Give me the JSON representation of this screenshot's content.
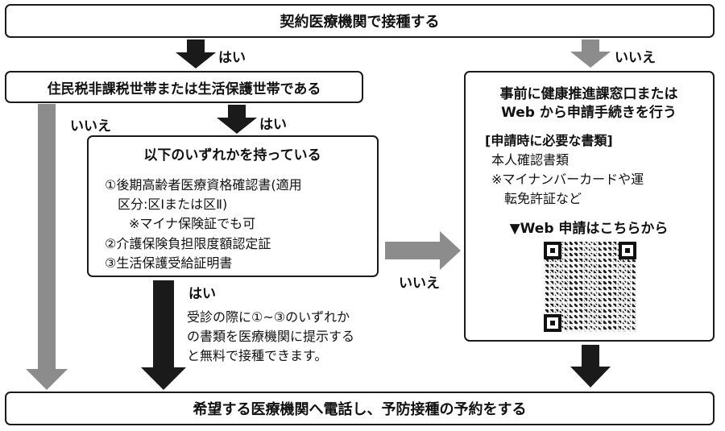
{
  "top_box": {
    "text": "契約医療機関で接種する"
  },
  "labels": {
    "yes": "はい",
    "no": "いいえ"
  },
  "box2": {
    "text": "住民税非課税世帯または生活保護世帯である"
  },
  "box3": {
    "title": "以下のいずれかを持っている",
    "lines": [
      "①後期高齢者医療資格確認書(適用",
      "区分:区Ⅰまたは区Ⅱ)",
      "※マイナ保険証でも可",
      "②介護保険負担限度額認定証",
      "③生活保護受給証明書"
    ]
  },
  "note": {
    "lines": [
      "受診の際に①~③のいずれか",
      "の書類を医療機関に提示する",
      "と無料で接種できます。"
    ]
  },
  "right_box": {
    "title_lines": [
      "事前に健康推進課窓口または",
      "Web から申請手続きを行う"
    ],
    "docs_heading": "[申請時に必要な書類]",
    "doc_lines": [
      "本人確認書類",
      "※マイナンバーカードや運",
      "転免許証など"
    ],
    "web_link": "▼Web 申請はこちらから"
  },
  "bottom_box": {
    "text": "希望する医療機関へ電話し、予防接種の予約をする"
  },
  "colors": {
    "black_arrow": "#1a1a1a",
    "gray_arrow": "#8c8c8c",
    "border": "#1a1a1a"
  }
}
